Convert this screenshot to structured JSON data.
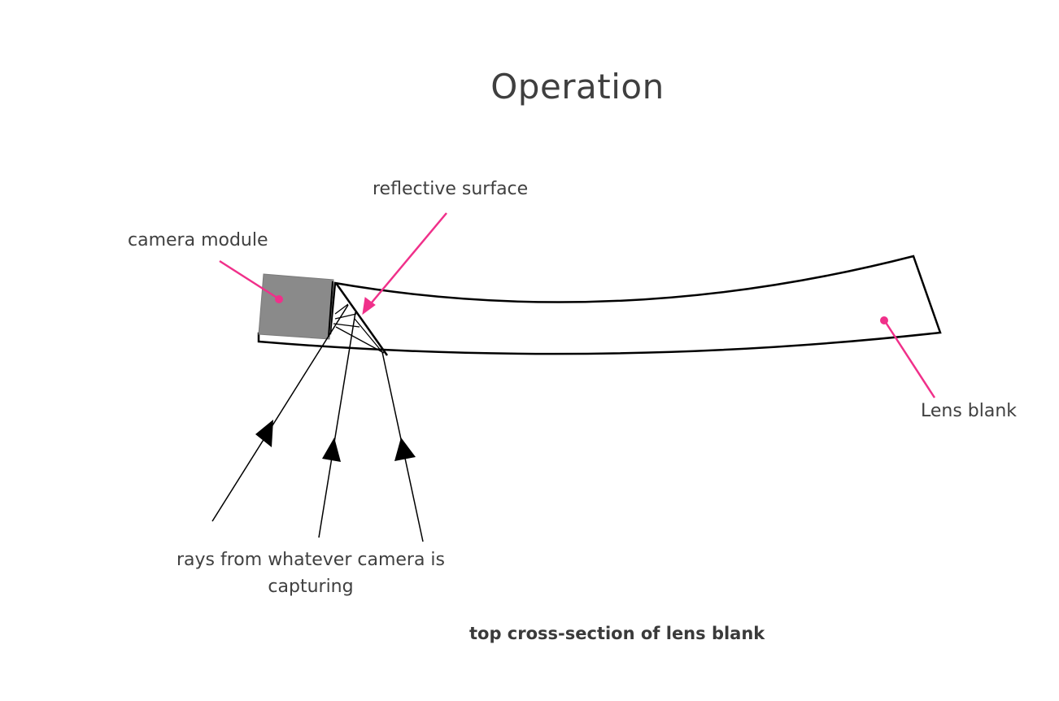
{
  "title": "Operation",
  "labels": {
    "reflective_surface": "reflective surface",
    "camera_module": "camera module",
    "lens_blank": "Lens blank",
    "rays": "rays from whatever camera is capturing"
  },
  "caption": "top cross-section of lens blank",
  "colors": {
    "callout": "#f0308a",
    "outline": "#000000",
    "camera_fill": "#8a8a8a",
    "text": "#404040"
  }
}
